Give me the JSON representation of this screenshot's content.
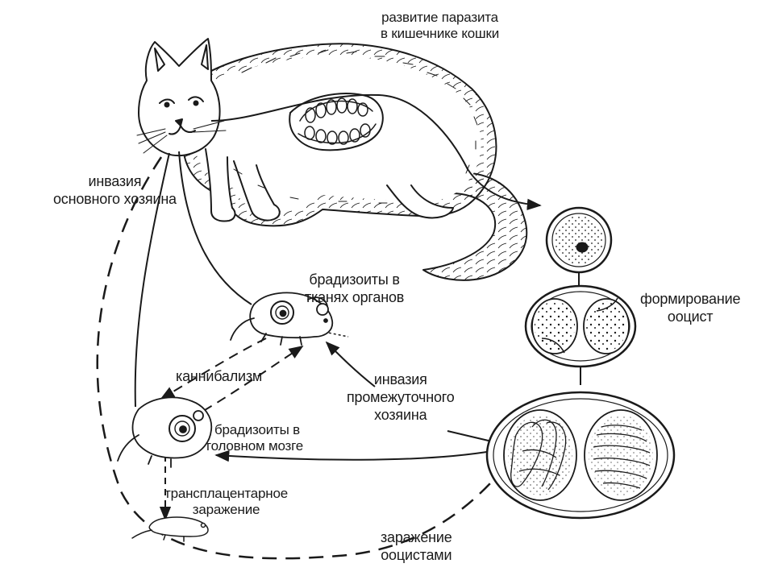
{
  "labels": {
    "cat_development": [
      "развитие паразита",
      "в кишечнике кошки"
    ],
    "main_host_invasion": [
      "инвазия",
      "основного хозяина"
    ],
    "bradyzoites_organs": [
      "брадизоиты в",
      "тканях органов"
    ],
    "oocyst_formation": [
      "формирование",
      "ооцист"
    ],
    "cannibalism": "каннибализм",
    "intermediate_host_invasion": [
      "инвазия",
      "промежуточного",
      "хозяина"
    ],
    "bradyzoites_brain": [
      "брадизоиты в",
      "головном мозге"
    ],
    "transplacental": [
      "трансплацентарное",
      "заражение"
    ],
    "oocyst_infection": [
      "заражение",
      "ооцистами"
    ]
  },
  "colors": {
    "ink": "#1a1a1a",
    "background": "#ffffff"
  }
}
